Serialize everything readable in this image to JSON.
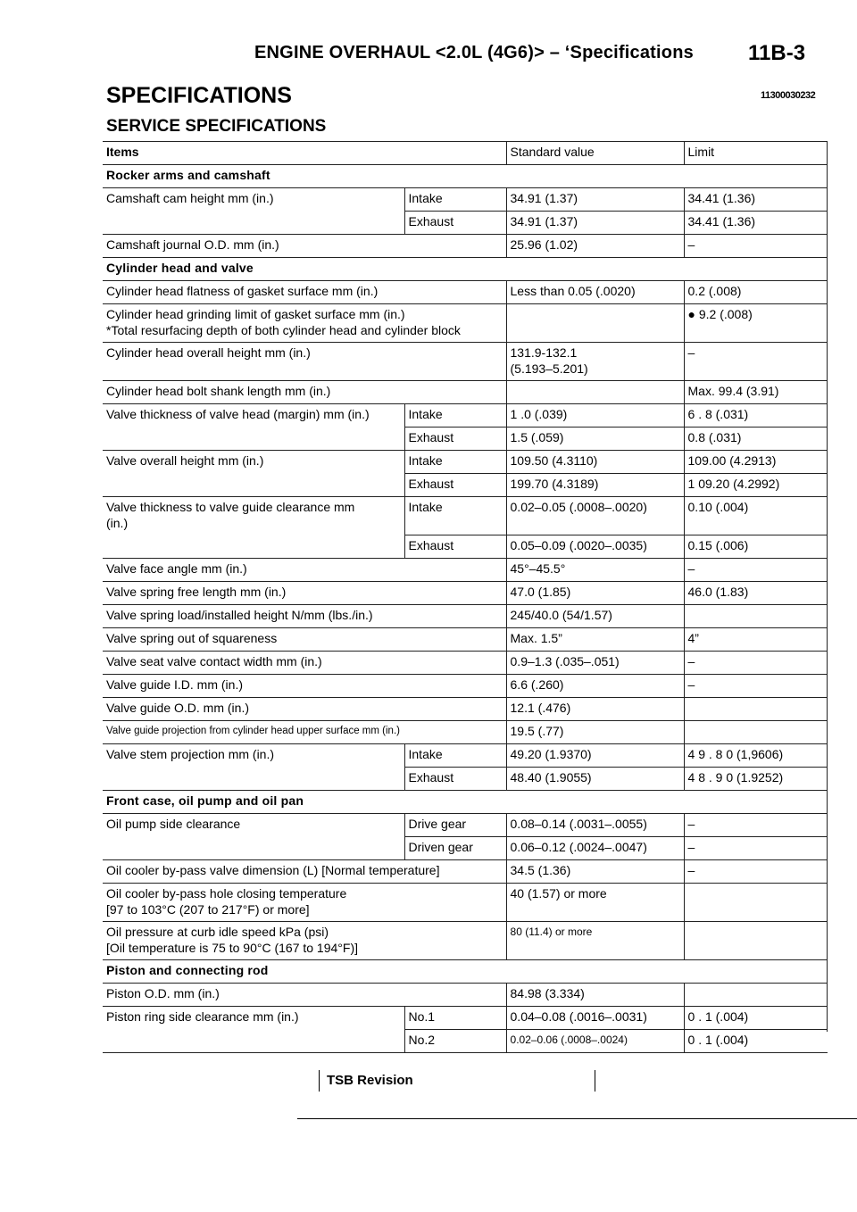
{
  "header": {
    "title": "ENGINE OVERHAUL <2.0L (4G6)> – ‘Specifications",
    "page": "11B-3"
  },
  "heading": "SPECIFICATIONS",
  "code": "11300030232",
  "subheading": "SERVICE SPECIFICATIONS",
  "columns": {
    "items": "Items",
    "standard": "Standard value",
    "limit": "Limit"
  },
  "rows": [
    {
      "type": "section",
      "label": "Rocker arms and camshaft"
    },
    {
      "item": "Camshaft cam height mm (in.)",
      "sub": "Intake",
      "std": "34.91 (1.37)",
      "limit": "34.41 (1.36)"
    },
    {
      "item": "",
      "sub": "Exhaust",
      "std": "34.91 (1.37)",
      "limit": "34.41 (1.36)"
    },
    {
      "item": "Camshaft journal O.D. mm (in.)",
      "sub": "",
      "std": "25.96 (1.02)",
      "limit": "–"
    },
    {
      "type": "section",
      "label": "Cylinder head and valve"
    },
    {
      "item": "Cylinder head flatness of gasket surface mm (in.)",
      "sub": "",
      "std": "Less than 0.05 (.0020)",
      "limit": "0.2 (.008)"
    },
    {
      "item": "Cylinder head grinding limit of gasket surface mm (in.)",
      "item2": "*Total resurfacing depth of both cylinder head and cylinder block",
      "sub": "",
      "std": "",
      "limit": "● 9.2 (.008)"
    },
    {
      "item": "Cylinder head overall height mm (in.)",
      "sub": "",
      "std": "131.9-132.1",
      "std2": "(5.193–5.201)",
      "limit": "–"
    },
    {
      "item": "Cylinder head bolt shank length mm (in.)",
      "sub": "",
      "std": "",
      "limit": "Max. 99.4 (3.91)"
    },
    {
      "item": "Valve thickness of valve head (margin) mm (in.)",
      "sub": "Intake",
      "std": "1 .0 (.039)",
      "limit": "6 . 8 (.031)"
    },
    {
      "item": "",
      "sub": "Exhaust",
      "std": "1.5 (.059)",
      "limit": "0.8 (.031)"
    },
    {
      "item": "Valve overall height mm (in.)",
      "sub": "Intake",
      "std": "109.50 (4.3110)",
      "limit": "109.00 (4.2913)"
    },
    {
      "item": "",
      "sub": "Exhaust",
      "std": "199.70 (4.3189)",
      "limit": "1 09.20 (4.2992)"
    },
    {
      "item": "Valve thickness to valve guide clearance mm",
      "item2": "(in.)",
      "sub": "Intake",
      "std": "0.02–0.05 (.0008–.0020)",
      "limit": "0.10 (.004)"
    },
    {
      "item": "",
      "sub": "Exhaust",
      "std": "0.05–0.09 (.0020–.0035)",
      "limit": "0.15 (.006)"
    },
    {
      "item": "Valve face angle mm (in.)",
      "sub": "",
      "std": "45°–45.5°",
      "limit": "–"
    },
    {
      "item": "Valve spring free length mm (in.)",
      "sub": "",
      "std": "47.0 (1.85)",
      "limit": "46.0 (1.83)"
    },
    {
      "item": "Valve spring load/installed height N/mm (lbs./in.)",
      "sub": "",
      "std": "245/40.0 (54/1.57)",
      "limit": ""
    },
    {
      "item": "Valve spring out of squareness",
      "sub": "",
      "std": "Max. 1.5”",
      "limit": "4”"
    },
    {
      "item": "Valve seat valve contact width mm (in.)",
      "sub": "",
      "std": "0.9–1.3 (.035–.051)",
      "limit": "–"
    },
    {
      "item": "Valve guide I.D. mm (in.)",
      "sub": "",
      "std": "6.6 (.260)",
      "limit": "–"
    },
    {
      "item": "Valve guide O.D. mm (in.)",
      "sub": "",
      "std": "12.1 (.476)",
      "limit": ""
    },
    {
      "item": "Valve guide projection from cylinder head upper surface mm (in.)",
      "sub": "",
      "std": "19.5 (.77)",
      "limit": "",
      "small": true
    },
    {
      "item": "Valve stem projection mm (in.)",
      "sub": "Intake",
      "std": "49.20 (1.9370)",
      "limit": "4 9 . 8 0 (1,9606)"
    },
    {
      "item": "",
      "sub": "Exhaust",
      "std": "48.40 (1.9055)",
      "limit": "4 8 . 9 0 (1.9252)"
    },
    {
      "type": "section",
      "label": "Front case, oil pump and oil pan"
    },
    {
      "item": "Oil pump side clearance",
      "sub": "Drive gear",
      "std": "0.08–0.14 (.0031–.0055)",
      "limit": "–",
      "split": true
    },
    {
      "item": "",
      "sub": "Driven gear",
      "std": "0.06–0.12 (.0024–.0047)",
      "limit": "–",
      "split": true
    },
    {
      "item": "Oil cooler by-pass valve dimension (L) [Normal temperature]",
      "sub": "",
      "std": "34.5 (1.36)",
      "limit": "–"
    },
    {
      "item": "Oil cooler by-pass hole closing temperature",
      "item2": "[97 to 103°C (207 to 217°F) or more]",
      "sub": "",
      "std": "40 (1.57) or more",
      "limit": ""
    },
    {
      "item": "Oil pressure at curb idle speed kPa (psi)",
      "item2": "[Oil temperature is 75 to 90°C (167 to 194°F)]",
      "sub": "",
      "std": "80 (11.4) or more",
      "limit": "",
      "stdsmall": true
    },
    {
      "type": "section",
      "label": "Piston and connecting rod"
    },
    {
      "item": "Piston O.D. mm (in.)",
      "sub": "",
      "std": "84.98 (3.334)",
      "limit": ""
    },
    {
      "item": "Piston ring side clearance mm (in.)",
      "sub": "No.1",
      "std": "0.04–0.08 (.0016–.0031)",
      "limit": "0 . 1 (.004)"
    },
    {
      "item": "",
      "sub": "No.2",
      "std": "0.02–0.06 (.0008–.0024)",
      "limit": "0 . 1 (.004)",
      "stdsmall": true
    }
  ],
  "footer": {
    "tsb": "TSB Revision"
  }
}
